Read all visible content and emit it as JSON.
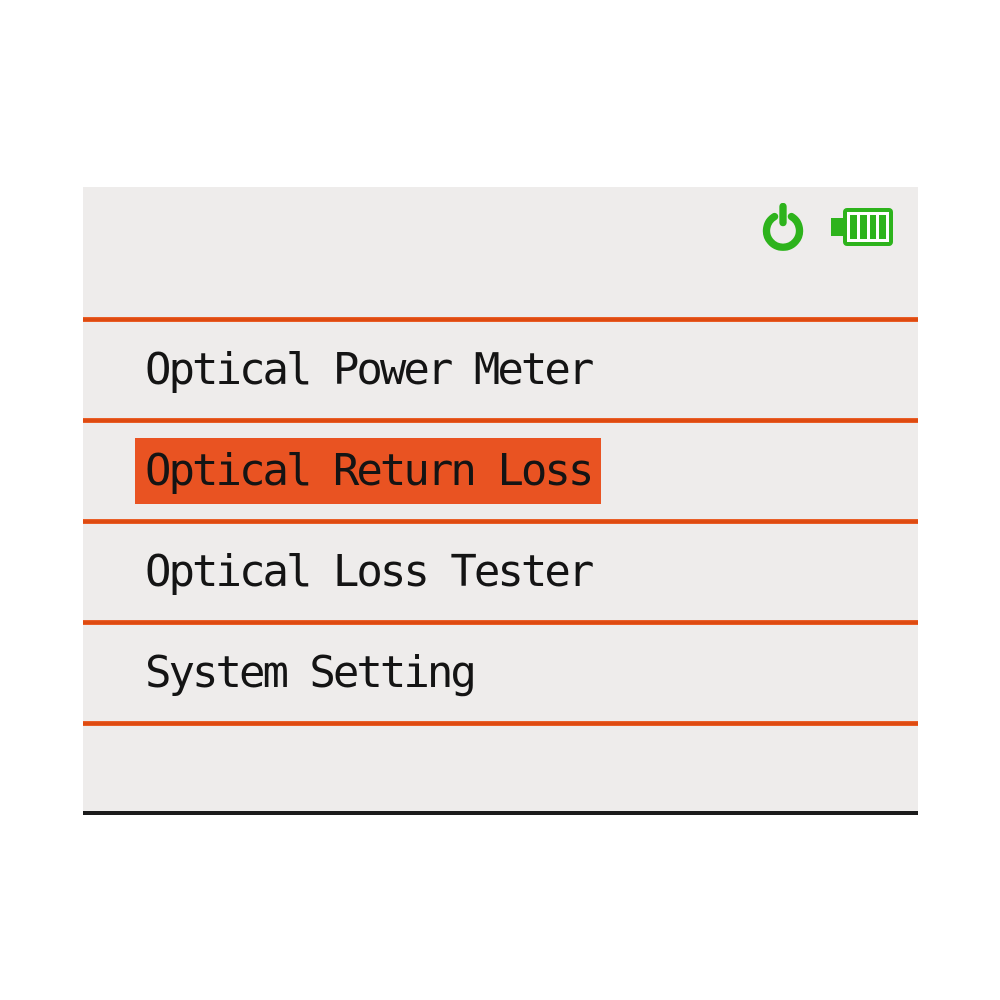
{
  "status_bar": {
    "power_icon": "power-icon",
    "battery_icon": "battery-icon",
    "battery_level": "full",
    "battery_bars": 4,
    "icon_color": "#2db31c"
  },
  "menu": {
    "items": [
      {
        "label": "Optical Power Meter",
        "selected": false
      },
      {
        "label": "Optical Return Loss",
        "selected": true
      },
      {
        "label": "Optical Loss Tester",
        "selected": false
      },
      {
        "label": "System Setting",
        "selected": false
      }
    ],
    "selected_index": 1
  },
  "colors": {
    "page_bg": "#ffffff",
    "screen_bg": "#eeeceb",
    "divider": "#de4a10",
    "divider_edge": "#ee6a35",
    "highlight": "#e95322",
    "text": "#141414",
    "green": "#2db31c",
    "bottom_line": "#1b1b1b"
  }
}
